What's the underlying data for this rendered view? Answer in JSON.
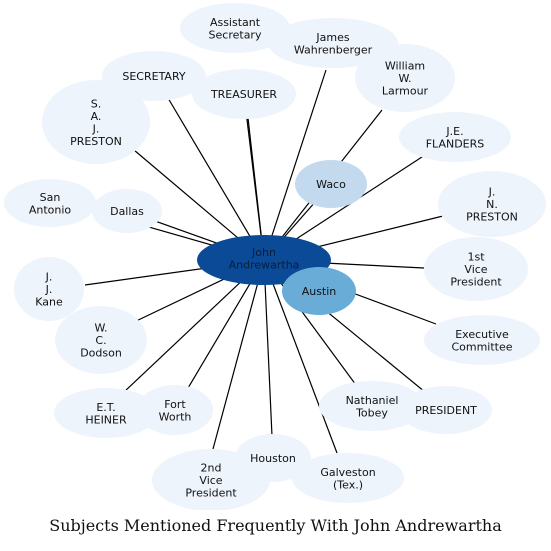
{
  "caption": "Subjects Mentioned Frequently With John Andrewartha",
  "colors": {
    "center": "#0b4a96",
    "strong": "#6aacd8",
    "medium": "#c2d9ee",
    "light": "#eef4fc",
    "edge": "#000000",
    "text": "#111111"
  },
  "center": {
    "id": "john-andrewartha",
    "label": [
      "John",
      "Andrewartha"
    ]
  },
  "nodes": [
    {
      "id": "assistant-secretary",
      "label": [
        "Assistant",
        "Secretary"
      ],
      "tone": "light"
    },
    {
      "id": "james-wahrenberger",
      "label": [
        "James",
        "Wahrenberger"
      ],
      "tone": "light"
    },
    {
      "id": "secretary",
      "label": [
        "SECRETARY"
      ],
      "tone": "light"
    },
    {
      "id": "treasurer",
      "label": [
        "TREASURER"
      ],
      "tone": "light"
    },
    {
      "id": "william-w-larmour",
      "label": [
        "William",
        "W.",
        "Larmour"
      ],
      "tone": "light"
    },
    {
      "id": "s-a-j-preston",
      "label": [
        "S.",
        "A.",
        "J.",
        "PRESTON"
      ],
      "tone": "light"
    },
    {
      "id": "je-flanders",
      "label": [
        "J.E.",
        "FLANDERS"
      ],
      "tone": "light"
    },
    {
      "id": "waco",
      "label": [
        "Waco"
      ],
      "tone": "medium"
    },
    {
      "id": "san-antonio",
      "label": [
        "San",
        "Antonio"
      ],
      "tone": "light"
    },
    {
      "id": "dallas",
      "label": [
        "Dallas"
      ],
      "tone": "light"
    },
    {
      "id": "j-n-preston",
      "label": [
        "J.",
        "N.",
        "PRESTON"
      ],
      "tone": "light"
    },
    {
      "id": "first-vice-president",
      "label": [
        "1st",
        "Vice",
        "President"
      ],
      "tone": "light"
    },
    {
      "id": "austin",
      "label": [
        "Austin"
      ],
      "tone": "strong"
    },
    {
      "id": "j-j-kane",
      "label": [
        "J.",
        "J.",
        "Kane"
      ],
      "tone": "light"
    },
    {
      "id": "w-c-dodson",
      "label": [
        "W.",
        "C.",
        "Dodson"
      ],
      "tone": "light"
    },
    {
      "id": "executive-committee",
      "label": [
        "Executive",
        "Committee"
      ],
      "tone": "light"
    },
    {
      "id": "et-heiner",
      "label": [
        "E.T.",
        "HEINER"
      ],
      "tone": "light"
    },
    {
      "id": "fort-worth",
      "label": [
        "Fort",
        "Worth"
      ],
      "tone": "light"
    },
    {
      "id": "nathaniel-tobey",
      "label": [
        "Nathaniel",
        "Tobey"
      ],
      "tone": "light"
    },
    {
      "id": "president",
      "label": [
        "PRESIDENT"
      ],
      "tone": "light"
    },
    {
      "id": "second-vice-president",
      "label": [
        "2nd",
        "Vice",
        "President"
      ],
      "tone": "light"
    },
    {
      "id": "houston",
      "label": [
        "Houston"
      ],
      "tone": "light"
    },
    {
      "id": "galveston",
      "label": [
        "Galveston",
        "(Tex.)"
      ],
      "tone": "light"
    }
  ]
}
